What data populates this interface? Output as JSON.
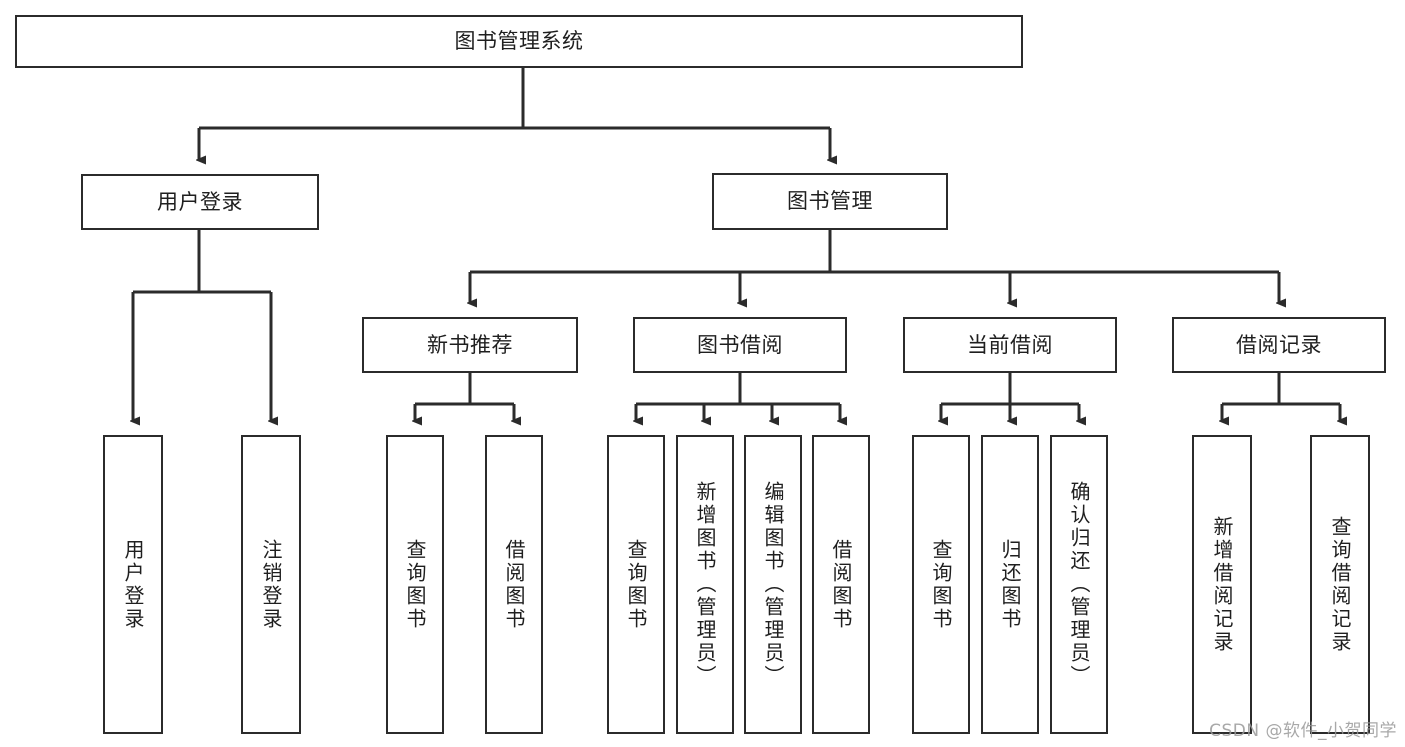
{
  "diagram": {
    "title": "图书管理系统",
    "watermark": "CSDN @软件_小贺同学",
    "line_color": "#2b2b2b",
    "box_fill": "#ffffff",
    "text_color": "#1f1f1f",
    "nodes": {
      "root": {
        "label": "图书管理系统",
        "level": 1,
        "orientation": "horizontal"
      },
      "user_login": {
        "label": "用户登录",
        "level": 2,
        "orientation": "horizontal"
      },
      "book_manage": {
        "label": "图书管理",
        "level": 2,
        "orientation": "horizontal"
      },
      "new_book_rec": {
        "label": "新书推荐",
        "level": 3,
        "orientation": "horizontal"
      },
      "book_borrow": {
        "label": "图书借阅",
        "level": 3,
        "orientation": "horizontal"
      },
      "current_borrow": {
        "label": "当前借阅",
        "level": 3,
        "orientation": "horizontal"
      },
      "borrow_record": {
        "label": "借阅记录",
        "level": 3,
        "orientation": "horizontal"
      },
      "leaf_user_login": {
        "label": "用户登录",
        "level": 4,
        "orientation": "vertical"
      },
      "leaf_logout": {
        "label": "注销登录",
        "level": 4,
        "orientation": "vertical"
      },
      "leaf_query_book_1": {
        "label": "查询图书",
        "level": 4,
        "orientation": "vertical"
      },
      "leaf_borrow_book_1": {
        "label": "借阅图书",
        "level": 4,
        "orientation": "vertical"
      },
      "leaf_query_book_2": {
        "label": "查询图书",
        "level": 4,
        "orientation": "vertical"
      },
      "leaf_add_book": {
        "label": "新增图书（管理员）",
        "level": 4,
        "orientation": "vertical"
      },
      "leaf_edit_book": {
        "label": "编辑图书（管理员）",
        "level": 4,
        "orientation": "vertical"
      },
      "leaf_borrow_book_2": {
        "label": "借阅图书",
        "level": 4,
        "orientation": "vertical"
      },
      "leaf_query_book_3": {
        "label": "查询图书",
        "level": 4,
        "orientation": "vertical"
      },
      "leaf_return_book": {
        "label": "归还图书",
        "level": 4,
        "orientation": "vertical"
      },
      "leaf_confirm_return": {
        "label": "确认归还（管理员）",
        "level": 4,
        "orientation": "vertical"
      },
      "leaf_add_record": {
        "label": "新增借阅记录",
        "level": 4,
        "orientation": "vertical"
      },
      "leaf_query_record": {
        "label": "查询借阅记录",
        "level": 4,
        "orientation": "vertical"
      }
    },
    "edges": [
      {
        "from": "root",
        "to": "user_login"
      },
      {
        "from": "root",
        "to": "book_manage"
      },
      {
        "from": "user_login",
        "to": "leaf_user_login"
      },
      {
        "from": "user_login",
        "to": "leaf_logout"
      },
      {
        "from": "book_manage",
        "to": "new_book_rec"
      },
      {
        "from": "book_manage",
        "to": "book_borrow"
      },
      {
        "from": "book_manage",
        "to": "current_borrow"
      },
      {
        "from": "book_manage",
        "to": "borrow_record"
      },
      {
        "from": "new_book_rec",
        "to": "leaf_query_book_1"
      },
      {
        "from": "new_book_rec",
        "to": "leaf_borrow_book_1"
      },
      {
        "from": "book_borrow",
        "to": "leaf_query_book_2"
      },
      {
        "from": "book_borrow",
        "to": "leaf_add_book"
      },
      {
        "from": "book_borrow",
        "to": "leaf_edit_book"
      },
      {
        "from": "book_borrow",
        "to": "leaf_borrow_book_2"
      },
      {
        "from": "current_borrow",
        "to": "leaf_query_book_3"
      },
      {
        "from": "current_borrow",
        "to": "leaf_return_book"
      },
      {
        "from": "current_borrow",
        "to": "leaf_confirm_return"
      },
      {
        "from": "borrow_record",
        "to": "leaf_add_record"
      },
      {
        "from": "borrow_record",
        "to": "leaf_query_record"
      }
    ]
  }
}
